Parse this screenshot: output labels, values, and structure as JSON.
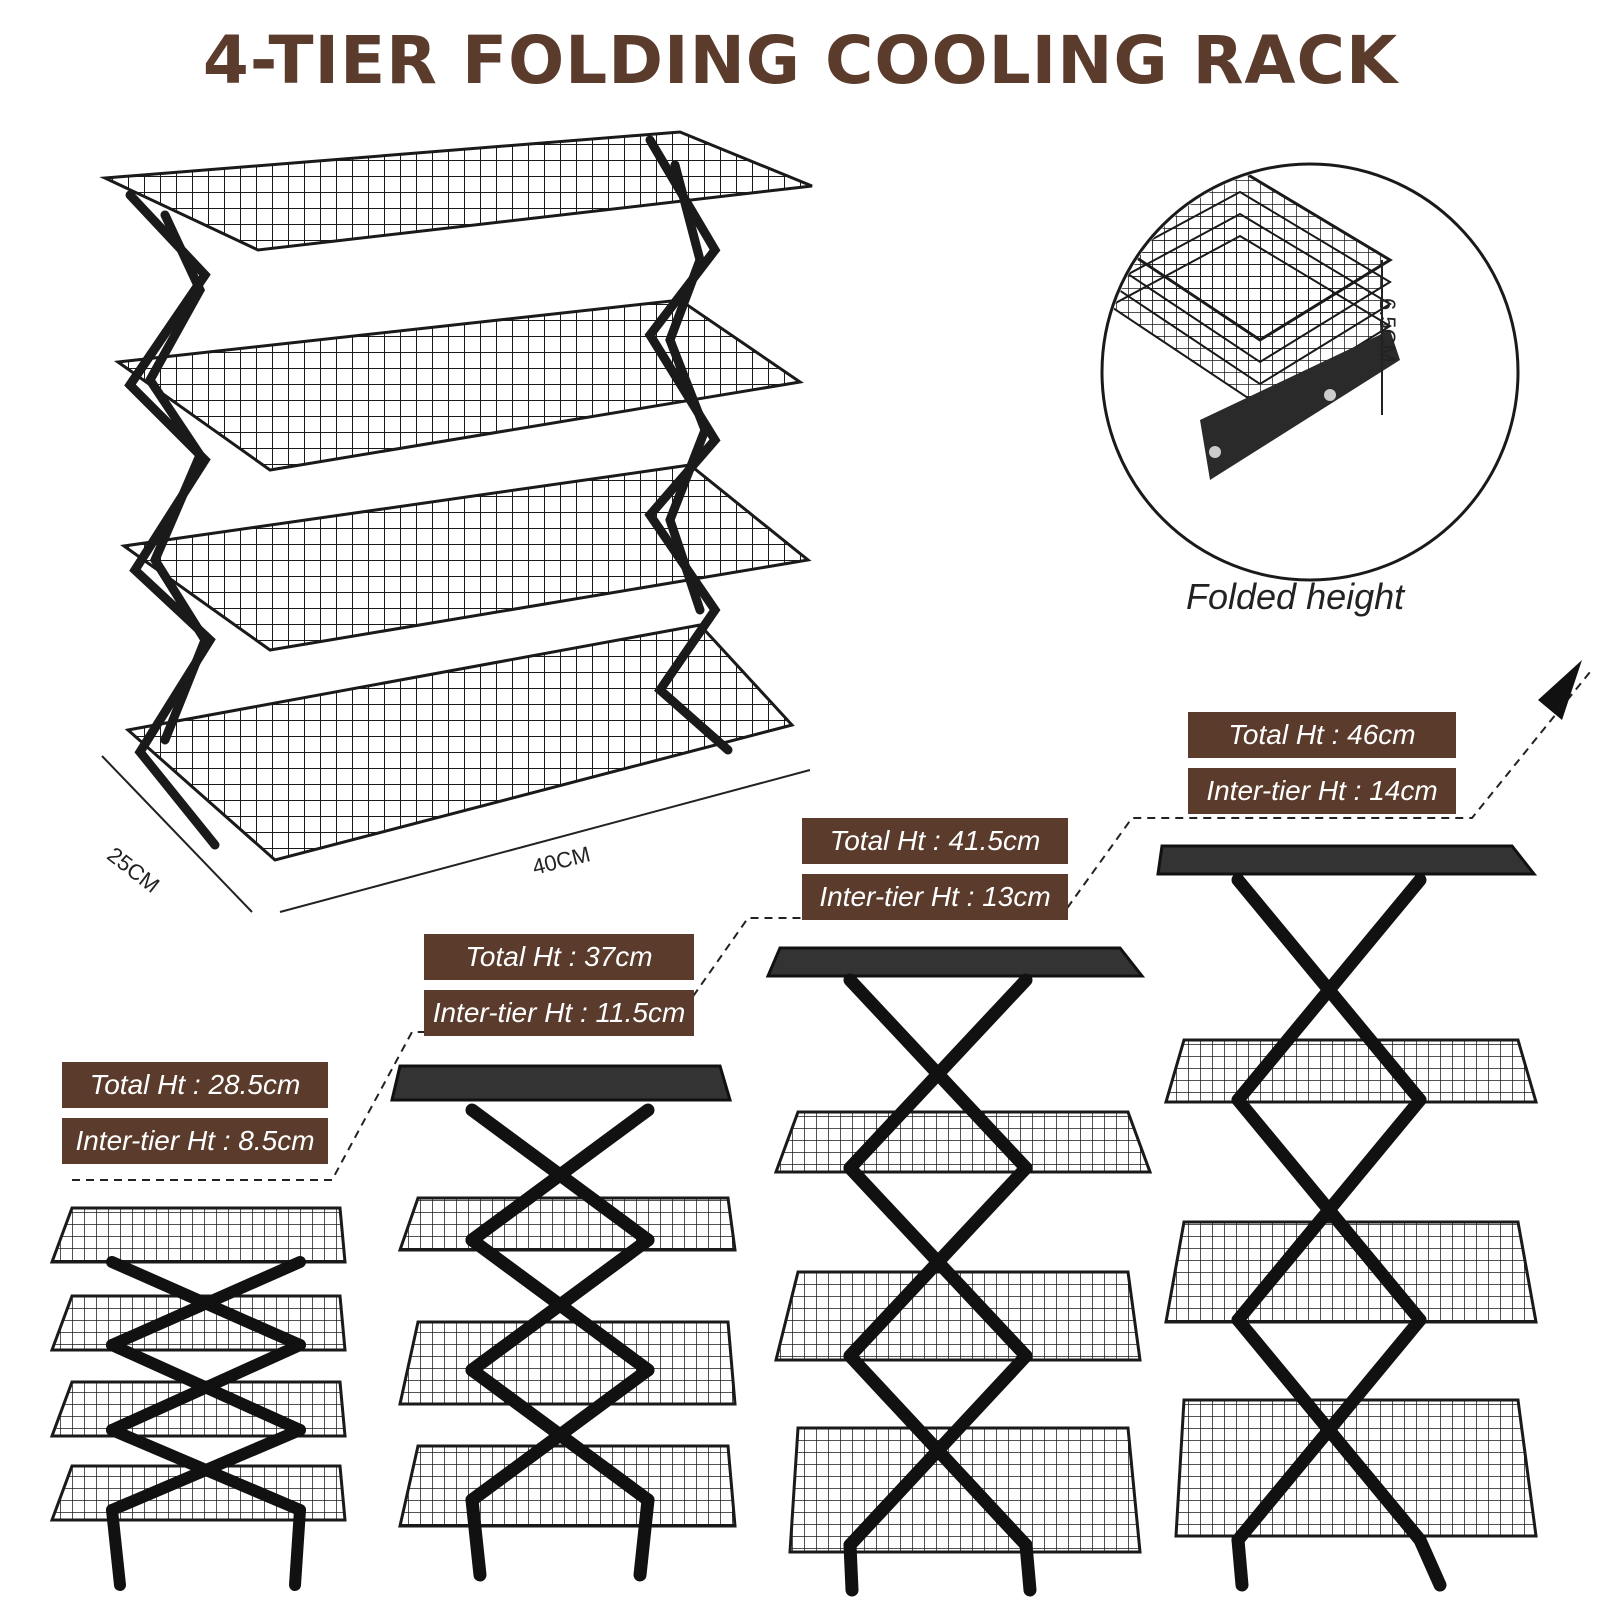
{
  "title": "4-TIER FOLDING COOLING RACK",
  "colors": {
    "label_bg": "#5a3b2c",
    "title": "#5a3b2c",
    "metal": "#1a1a1a"
  },
  "dimensions": {
    "length": "40CM",
    "depth": "25CM",
    "folded": "6.5CM"
  },
  "folded_caption": "Folded height",
  "heights": [
    {
      "total": "Total Ht : 28.5cm",
      "inter": "Inter-tier Ht : 8.5cm"
    },
    {
      "total": "Total Ht : 37cm",
      "inter": "Inter-tier Ht : 11.5cm"
    },
    {
      "total": "Total Ht : 41.5cm",
      "inter": "Inter-tier Ht : 13cm"
    },
    {
      "total": "Total Ht : 46cm",
      "inter": "Inter-tier Ht : 14cm"
    }
  ]
}
